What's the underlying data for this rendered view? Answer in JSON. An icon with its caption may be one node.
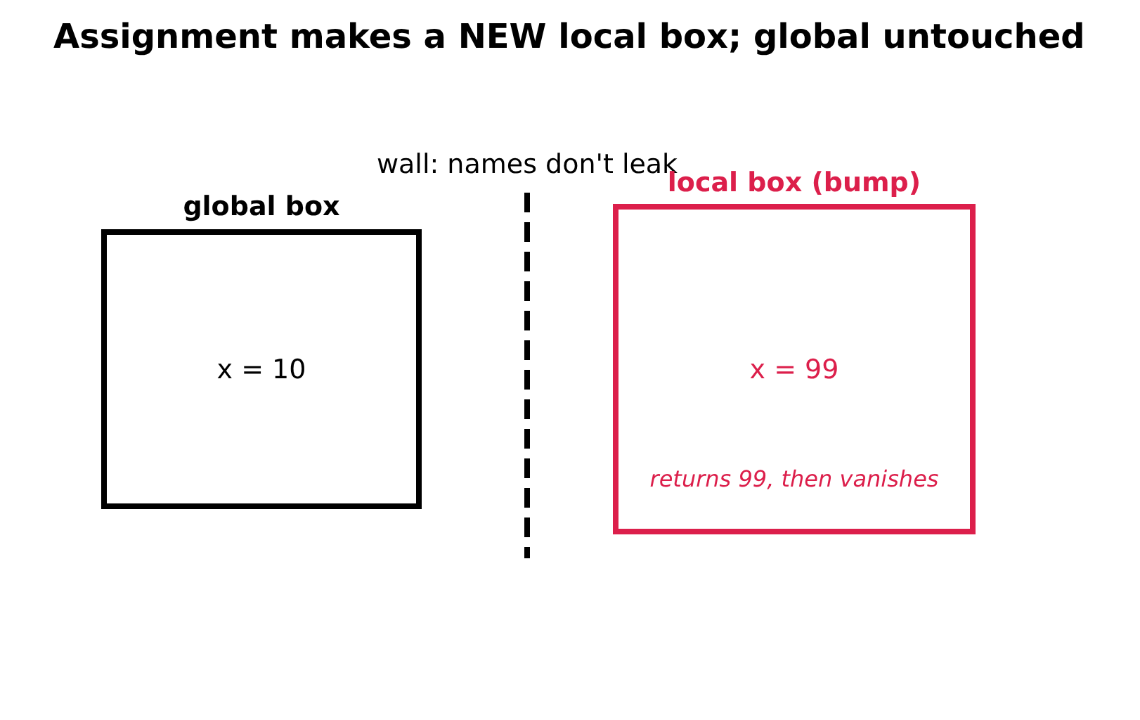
{
  "diagram": {
    "title": "Assignment makes a NEW local box; global untouched",
    "nodes": [
      {
        "text": [
          "global box",
          "x = 10"
        ]
      },
      {
        "text": [
          "local box (bump)",
          "x = 99",
          "returns 99, then vanishes"
        ]
      }
    ],
    "labels": [
      "wall: names don't leak"
    ]
  }
}
